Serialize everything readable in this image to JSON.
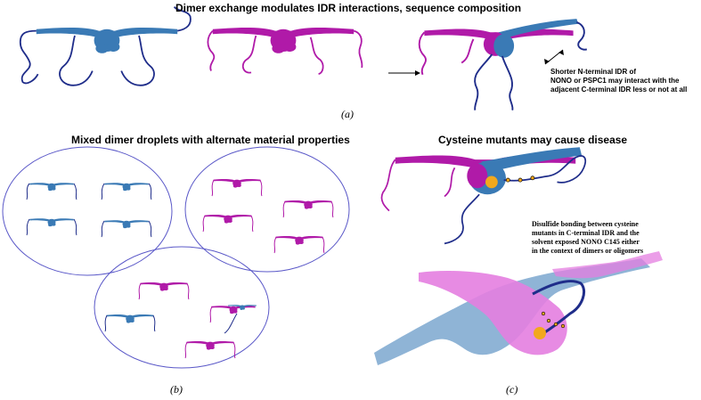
{
  "titles": {
    "a": "Dimer exchange modulates IDR interactions, sequence composition",
    "b": "Mixed dimer droplets with alternate material properties",
    "c": "Cysteine mutants may cause disease"
  },
  "notes": {
    "a_line1": "Shorter N-terminal IDR of",
    "a_line2": "NONO or PSPC1 may interact with the",
    "a_line3": "adjacent C-terminal IDR less or not at all",
    "c_line1": "Disulfide bonding between cysteine",
    "c_line2": "mutants in C-terminal IDR and the",
    "c_line3": "solvent exposed NONO C145 either",
    "c_line4": "in the context of dimers or oligomers"
  },
  "labels": {
    "a": "(a)",
    "b": "(b)",
    "c": "(c)"
  },
  "colors": {
    "blue": "#3a7ab5",
    "magenta": "#b01aa8",
    "navy": "#1f2d8a",
    "lightblue": "#8fb4d6",
    "pink": "#e47ee0",
    "orange": "#f2a81d",
    "circle": "#5a58c8"
  }
}
